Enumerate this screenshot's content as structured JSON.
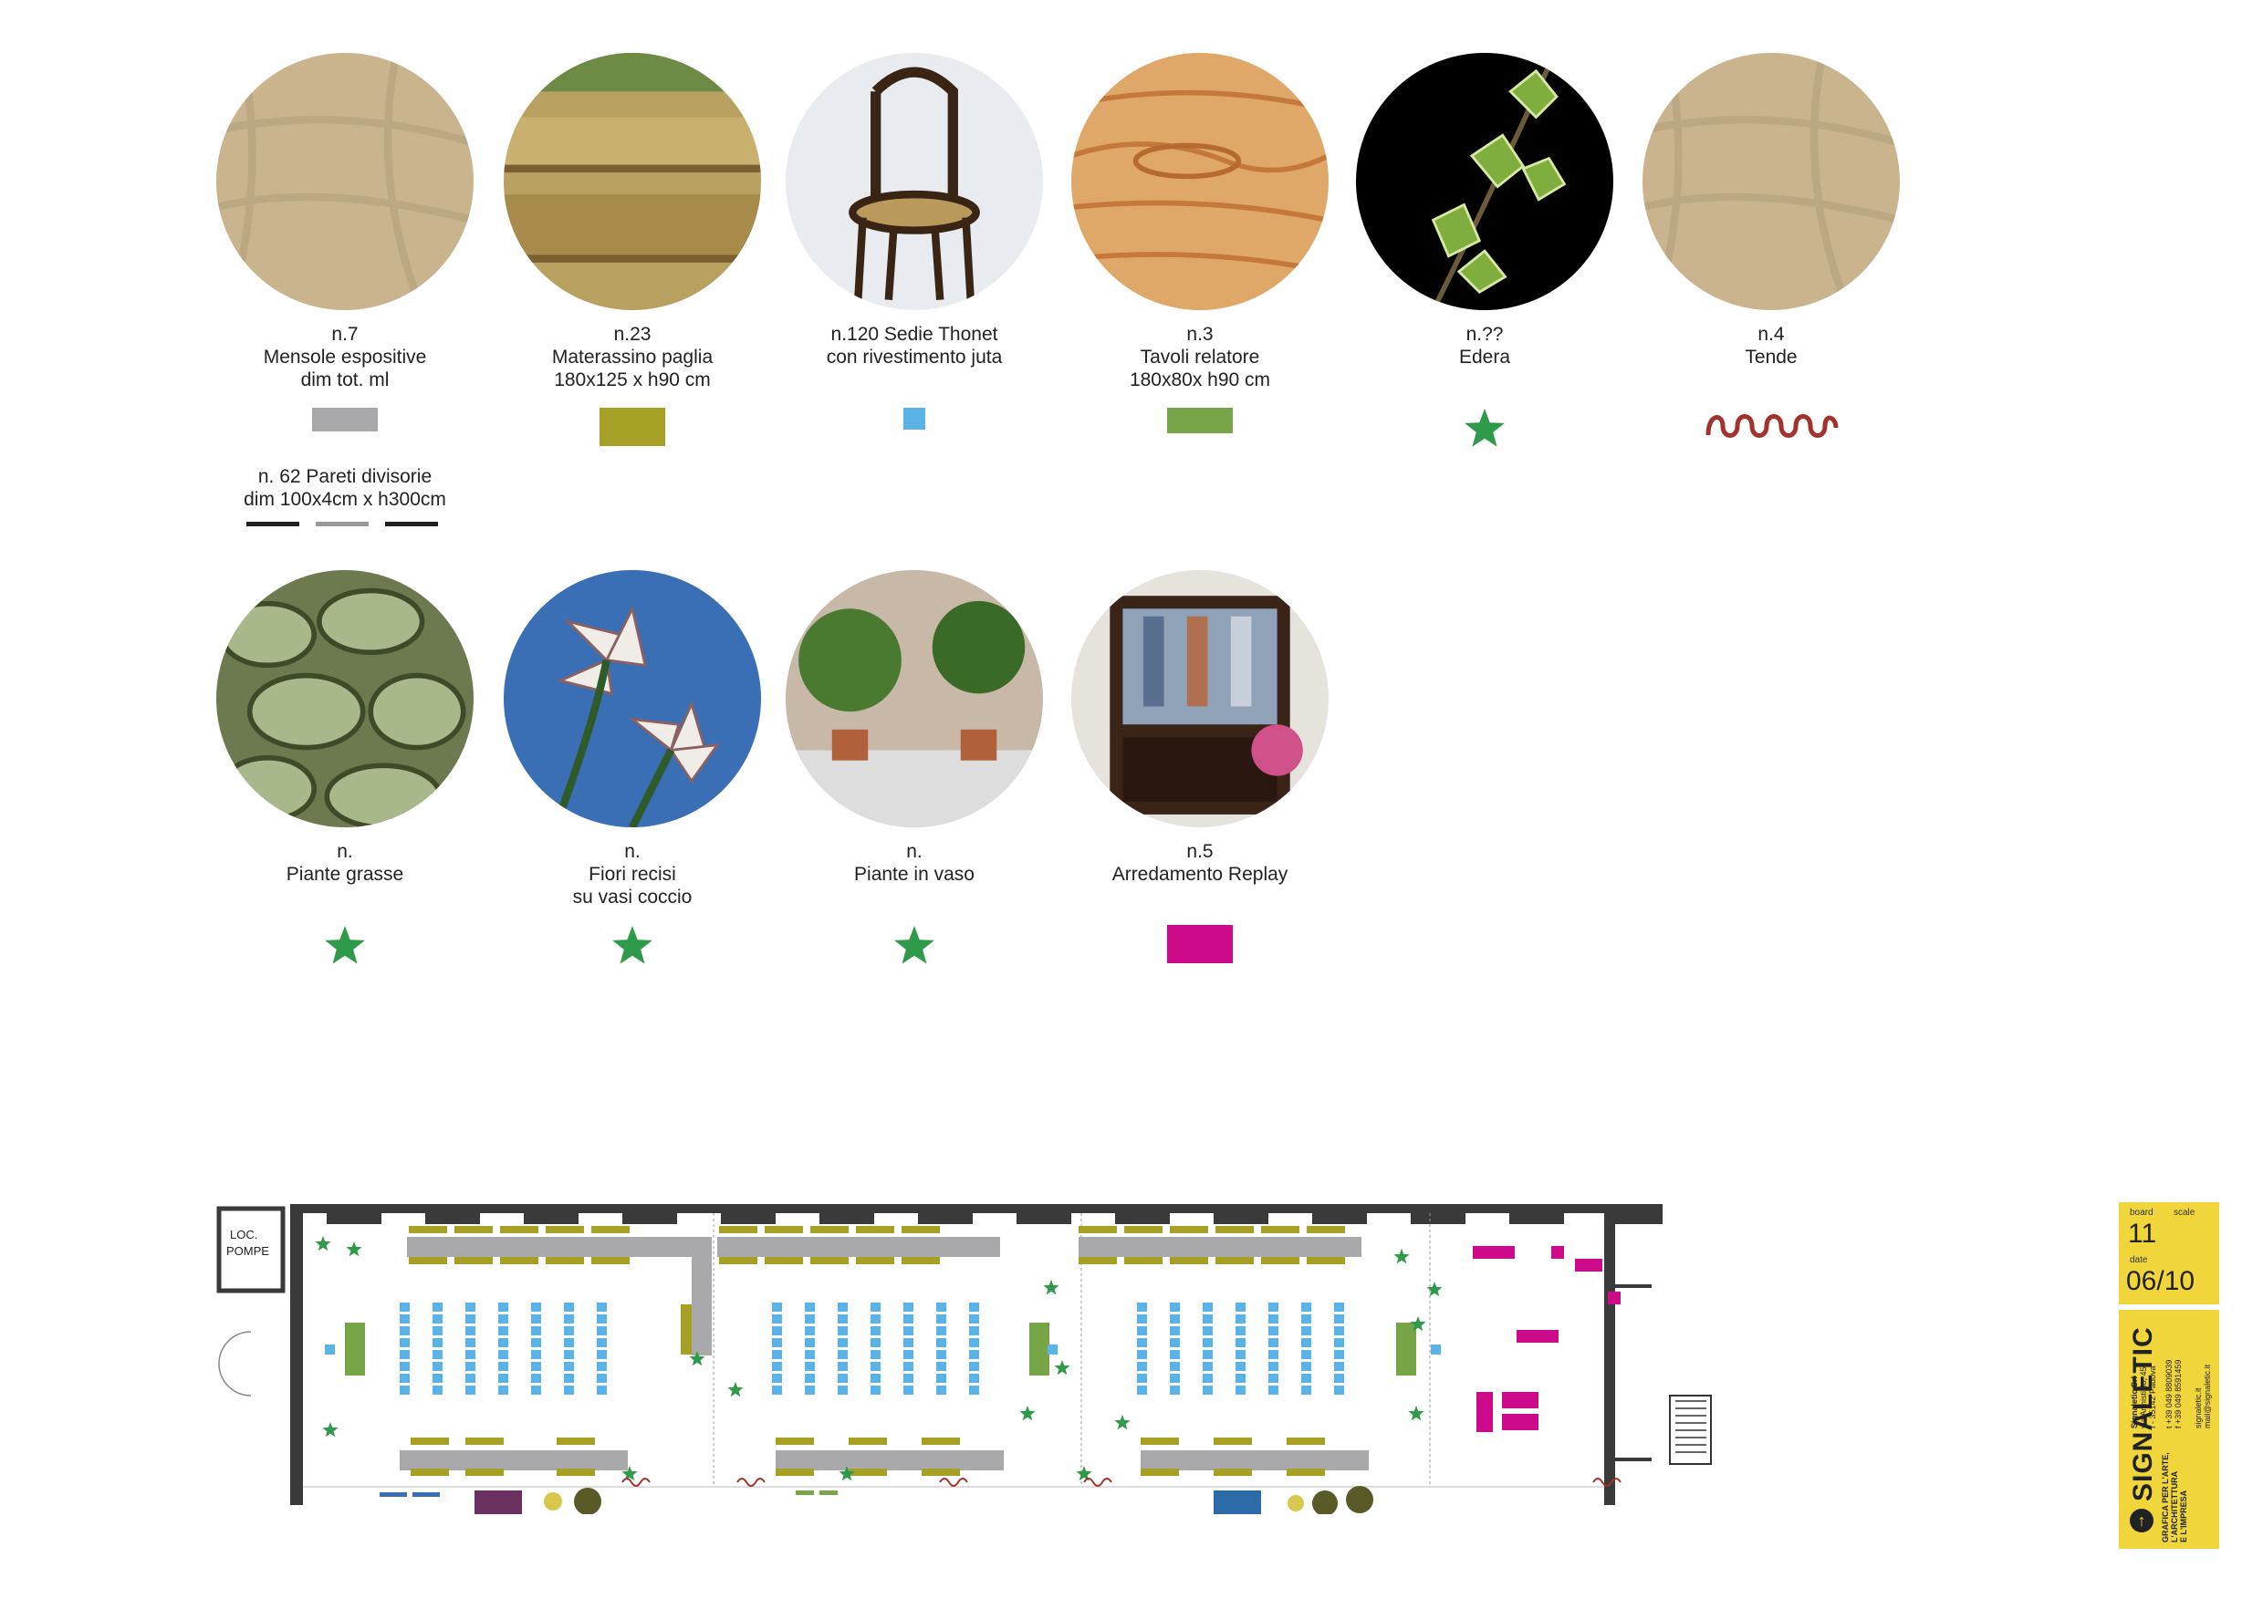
{
  "items_row1": [
    {
      "photo": "linen-fabric",
      "lines": [
        "n.7",
        "Mensole espositive",
        "dim tot. ml"
      ],
      "symbol": "gray-rect",
      "color": "#a9a9ab"
    },
    {
      "photo": "straw-bales",
      "lines": [
        "n.23",
        "Materassino paglia",
        "180x125 x h90 cm"
      ],
      "symbol": "olive-rect",
      "color": "#a6a125"
    },
    {
      "photo": "thonet-chair",
      "lines": [
        "n.120 Sedie Thonet",
        "con rivestimento juta"
      ],
      "symbol": "blue-square",
      "color": "#5ab3e6"
    },
    {
      "photo": "wood-grain",
      "lines": [
        "n.3",
        "Tavoli relatore",
        "180x80x h90 cm"
      ],
      "symbol": "green-rect",
      "color": "#76a446"
    },
    {
      "photo": "ivy",
      "lines": [
        "n.??",
        "Edera"
      ],
      "symbol": "star",
      "color": "#2f9a4a"
    },
    {
      "photo": "linen-fabric",
      "lines": [
        "n.4",
        "Tende"
      ],
      "symbol": "wave",
      "color": "#a3322c"
    }
  ],
  "partitions": {
    "lines": [
      "n. 62 Pareti divisorie",
      "dim 100x4cm x h300cm"
    ]
  },
  "items_row2": [
    {
      "photo": "succulents",
      "lines": [
        "n.",
        "Piante grasse"
      ],
      "symbol": "star",
      "color": "#2f9a4a"
    },
    {
      "photo": "lilies",
      "lines": [
        "n.",
        "Fiori recisi",
        "su vasi coccio"
      ],
      "symbol": "star",
      "color": "#2f9a4a"
    },
    {
      "photo": "potted-plants",
      "lines": [
        "n.",
        "Piante in vaso"
      ],
      "symbol": "star",
      "color": "#2f9a4a"
    },
    {
      "photo": "wardrobe",
      "lines": [
        "n.5",
        "Arredamento Replay"
      ],
      "symbol": "magenta-rect",
      "color": "#cc0a8a"
    }
  ],
  "plan": {
    "room_label": [
      "LOC.",
      "POMPE"
    ]
  },
  "title_block": {
    "board_label": "board",
    "board_value": "11",
    "scale_label": "scale",
    "date_label": "date",
    "date_value": "06/10",
    "brand": "SIGNALETIC",
    "tagline": [
      "GRAFICA PER L'ARTE,",
      "L'ARCHITETTURA",
      "E L'IMPRESA"
    ],
    "company": [
      "Signaletic Srl",
      "via Armistizio, 45",
      "I - 35142 Padova"
    ],
    "phones": [
      "t +39 049 8809039",
      "f +39 049 8591459"
    ],
    "web": [
      "signaletic.it",
      "mail@signaletic.it"
    ],
    "color": "#f0d63b"
  }
}
